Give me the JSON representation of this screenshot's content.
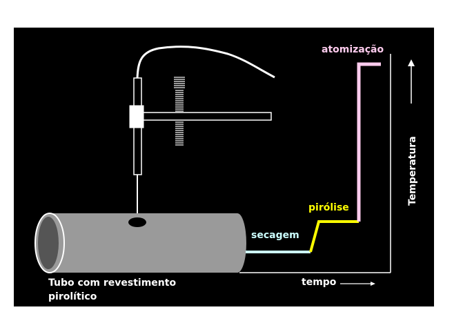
{
  "labels": {
    "tube": "Tubo com revestimento",
    "tube2": "pirolítico",
    "drying": "secagem",
    "pyrolysis": "pirólise",
    "atomization": "atomização",
    "time": "tempo",
    "temperature": "Temperatura"
  },
  "colors": {
    "background": "#000000",
    "tube_body": "#9a9a9a",
    "drying_line": "#ccffff",
    "pyrolysis_line": "#ffff00",
    "atomization_line": "#ffccee",
    "axis": "#ffffff"
  }
}
